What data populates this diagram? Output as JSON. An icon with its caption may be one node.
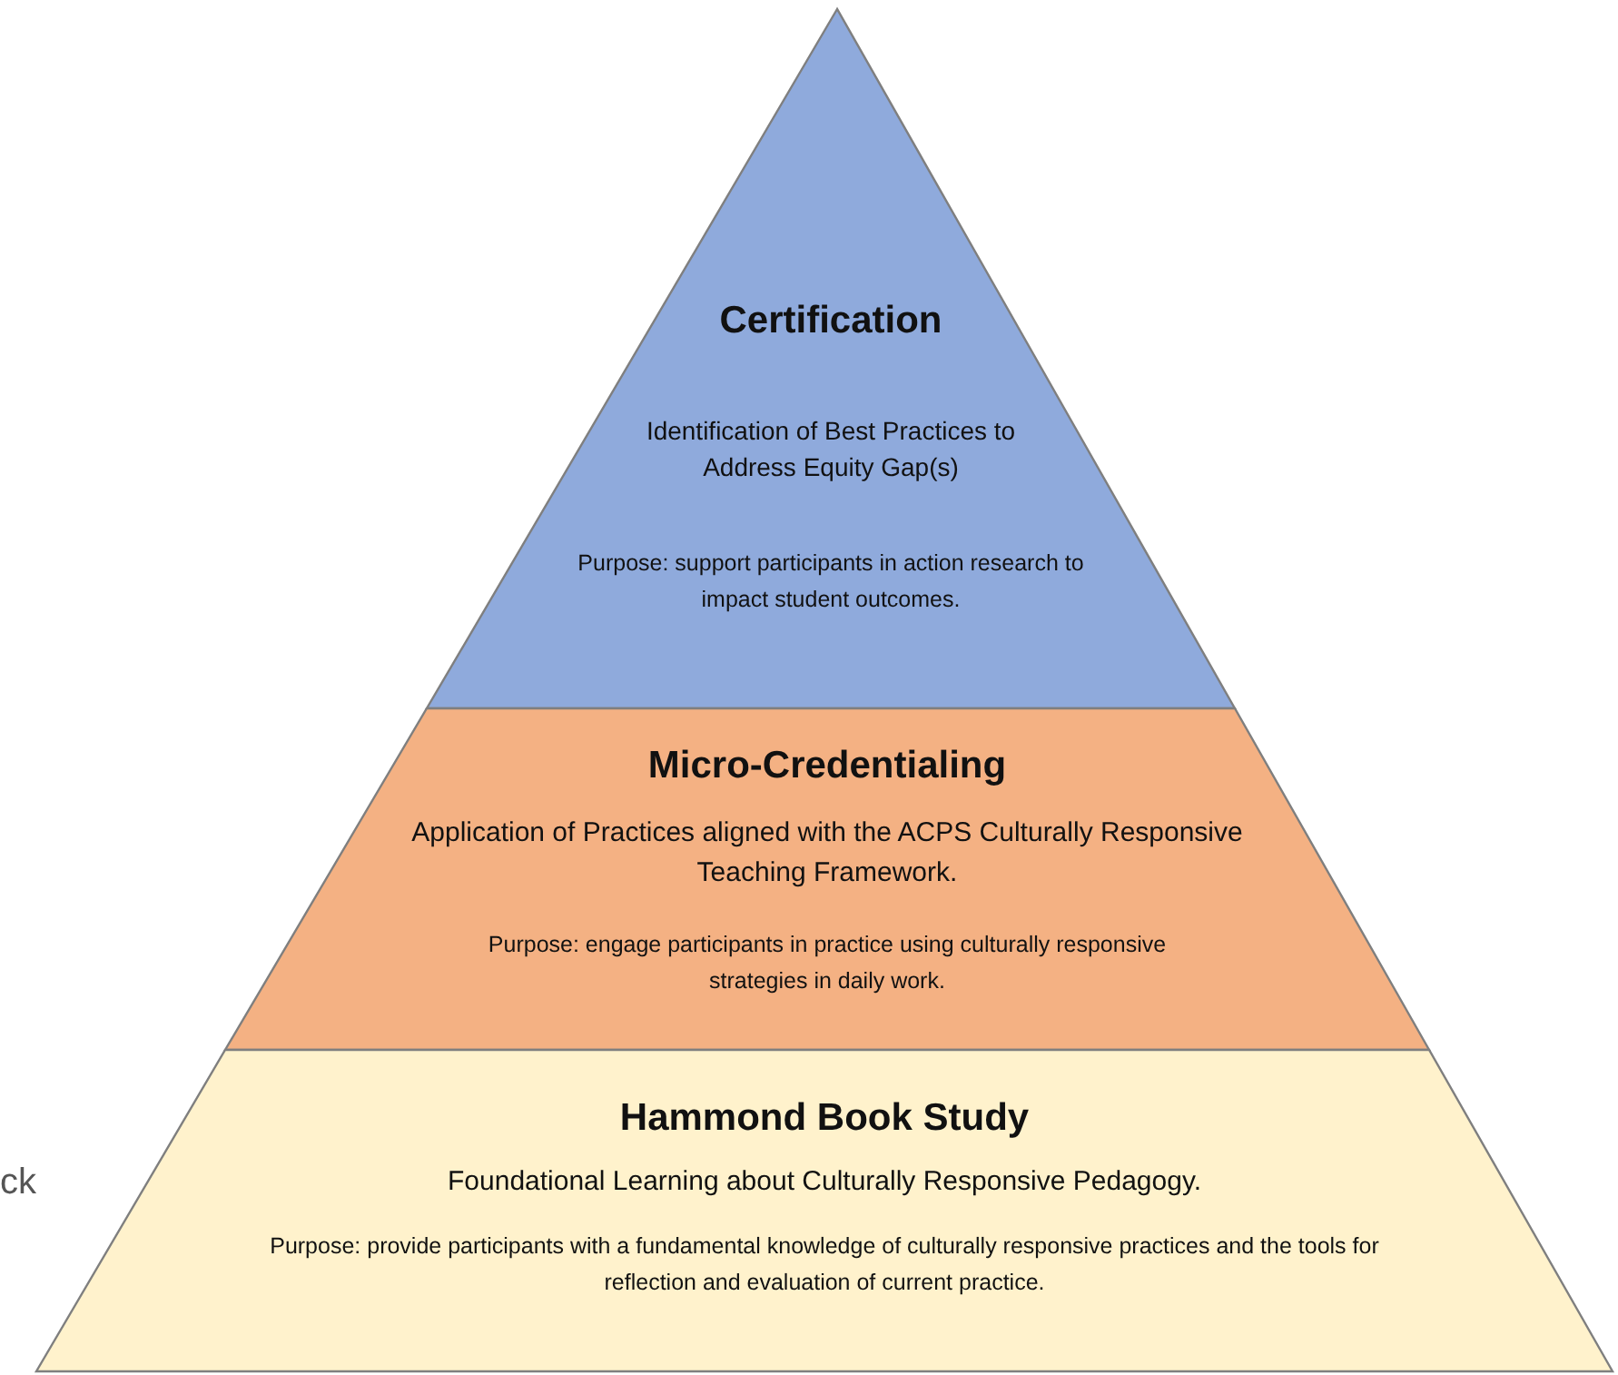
{
  "diagram": {
    "nodes": [
      {
        "text": [
          "Certification",
          "Identification of Best Practices to Address Equity Gap(s)",
          "Purpose: support participants in action research to impact student outcomes."
        ]
      },
      {
        "text": [
          "Micro-Credentialing",
          "Application of Practices aligned with the ACPS Culturally Responsive Teaching Framework.",
          "Purpose: engage participants in practice using culturally responsive strategies in daily work."
        ]
      },
      {
        "text": [
          "Hammond Book Study",
          "Foundational Learning about Culturally Responsive Pedagogy.",
          "Purpose: provide participants with a fundamental knowledge of culturally responsive practices and the tools for reflection and evaluation of current practice."
        ]
      }
    ],
    "labels": [
      "ck"
    ]
  }
}
